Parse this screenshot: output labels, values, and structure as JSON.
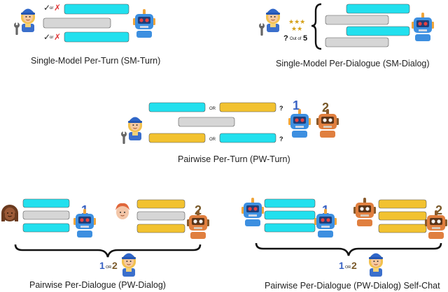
{
  "sections": {
    "sm_turn": {
      "caption": "Single-Model Per-Turn  (SM-Turn)",
      "check_or_cross": {
        "check": "✓",
        "or": "or",
        "cross": "✗"
      }
    },
    "sm_dialog": {
      "caption": "Single-Model Per-Dialogue  (SM-Dialog)",
      "rating": {
        "question": "?",
        "out_of": "Out of",
        "max": "5"
      }
    },
    "pw_turn": {
      "caption": "Pairwise Per-Turn (PW-Turn)",
      "or_label": "OR",
      "question": "?",
      "model_1": "1",
      "model_2": "2"
    },
    "pw_dialog": {
      "caption": "Pairwise Per-Dialogue (PW-Dialog)",
      "model_1": "1",
      "model_2": "2",
      "choice_1": "1",
      "choice_or": "OR",
      "choice_2": "2"
    },
    "pw_dialog_selfchat": {
      "caption": "Pairwise Per-Dialogue (PW-Dialog) Self-Chat",
      "model_1": "1",
      "model_2": "2",
      "choice_1": "1",
      "choice_or": "OR",
      "choice_2": "2"
    }
  },
  "colors": {
    "cyan_bubble": "#22e0ee",
    "gold_bubble": "#f2c230",
    "gray_bubble": "#d6d6d6",
    "robot_blue": "#3d8fe0",
    "robot_orange": "#e07f3f",
    "number_blue": "#3a63c4",
    "number_brown": "#7a5a2a"
  }
}
